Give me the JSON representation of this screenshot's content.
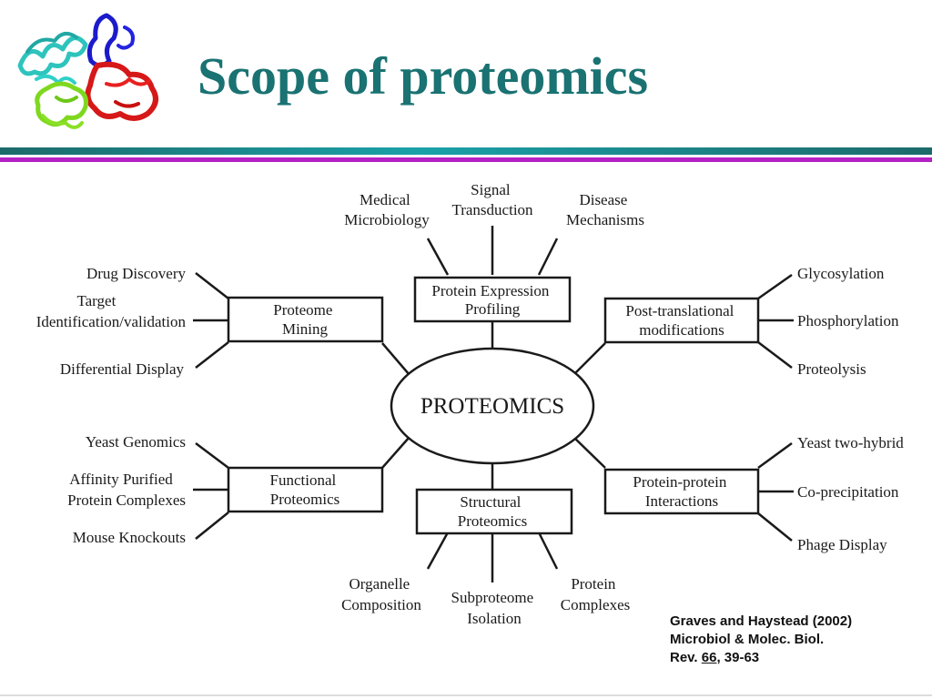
{
  "slide": {
    "title": "Scope of proteomics",
    "logo_icon": "protein-ribbon-structure-icon"
  },
  "diagram": {
    "center": "PROTEOMICS",
    "categories": [
      {
        "id": "protein-expression-profiling",
        "lines": [
          "Protein Expression",
          "Profiling"
        ],
        "leaves": [
          [
            "Medical",
            "Microbiology"
          ],
          [
            "Signal",
            "Transduction"
          ],
          [
            "Disease",
            "Mechanisms"
          ]
        ]
      },
      {
        "id": "post-translational-modifications",
        "lines": [
          "Post-translational",
          "modifications"
        ],
        "leaves": [
          [
            "Glycosylation"
          ],
          [
            "Phosphorylation"
          ],
          [
            "Proteolysis"
          ]
        ]
      },
      {
        "id": "protein-protein-interactions",
        "lines": [
          "Protein-protein",
          "Interactions"
        ],
        "leaves": [
          [
            "Yeast two-hybrid"
          ],
          [
            "Co-precipitation"
          ],
          [
            "Phage Display"
          ]
        ]
      },
      {
        "id": "structural-proteomics",
        "lines": [
          "Structural",
          "Proteomics"
        ],
        "leaves": [
          [
            "Organelle",
            "Composition"
          ],
          [
            "Subproteome",
            "Isolation"
          ],
          [
            "Protein",
            "Complexes"
          ]
        ]
      },
      {
        "id": "functional-proteomics",
        "lines": [
          "Functional",
          "Proteomics"
        ],
        "leaves": [
          [
            "Yeast Genomics"
          ],
          [
            "Affinity Purified",
            "Protein Complexes"
          ],
          [
            "Mouse Knockouts"
          ]
        ]
      },
      {
        "id": "proteome-mining",
        "lines": [
          "Proteome",
          "Mining"
        ],
        "leaves": [
          [
            "Drug Discovery"
          ],
          [
            "Target",
            "Identification/validation"
          ],
          [
            "Differential Display"
          ]
        ]
      }
    ]
  },
  "citation": {
    "line1": "Graves and Haystead (2002)",
    "line2": "Microbiol & Molec. Biol.",
    "line3_prefix": "Rev. ",
    "volume": "66",
    "line3_suffix": ", 39-63"
  },
  "colors": {
    "title": "#1a7272",
    "rule_teal": "#1aa1a8",
    "rule_magenta": "#b522c4",
    "diagram_ink": "#1a1a1a"
  }
}
